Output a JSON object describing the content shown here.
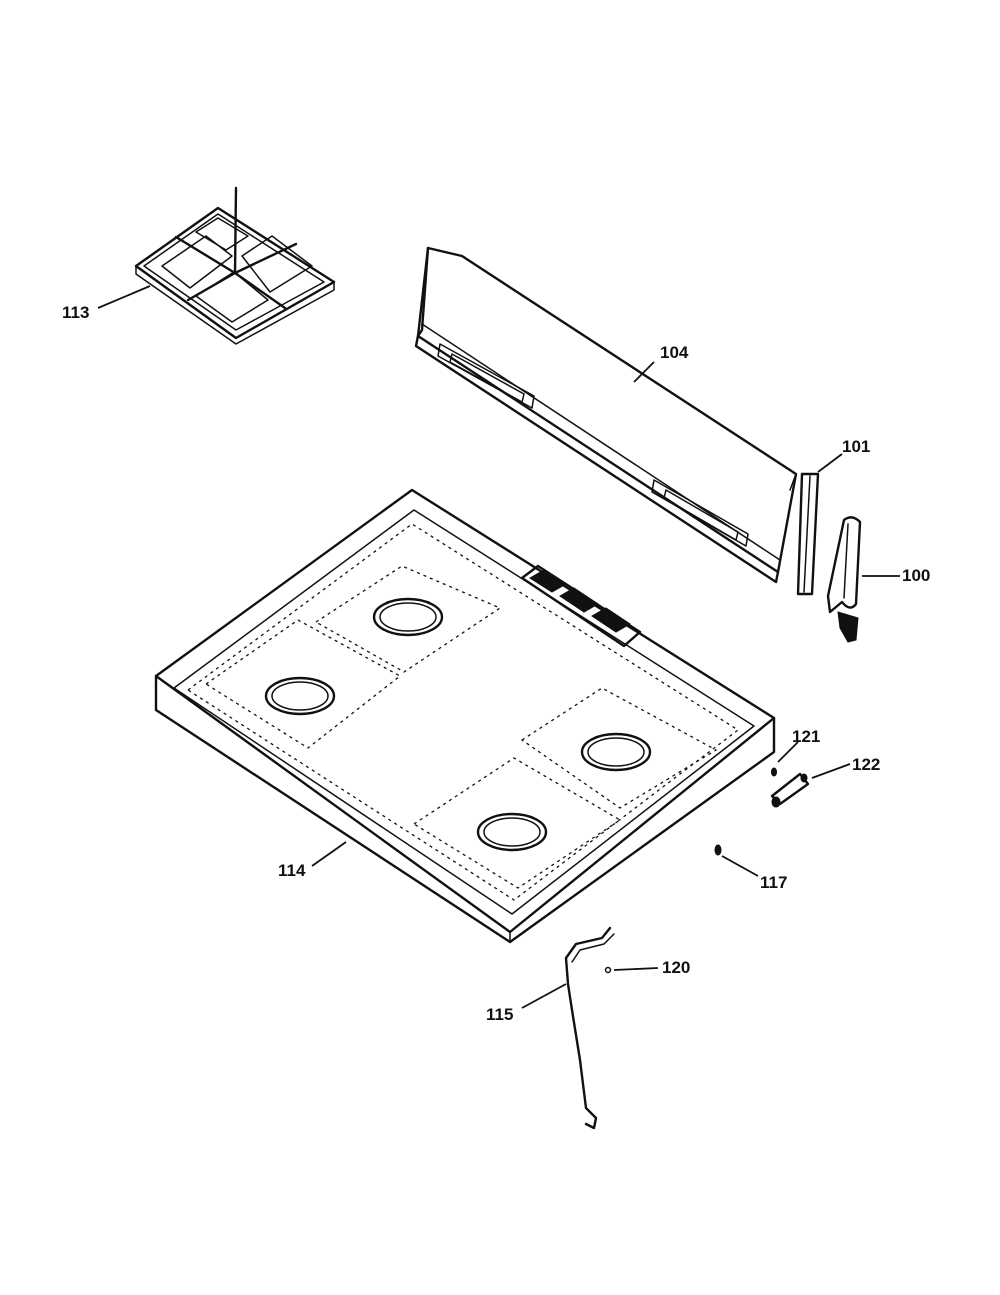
{
  "callouts": {
    "p113": "113",
    "p104": "104",
    "p101": "101",
    "p100": "100",
    "p121": "121",
    "p122": "122",
    "p114": "114",
    "p117": "117",
    "p120": "120",
    "p115": "115"
  }
}
